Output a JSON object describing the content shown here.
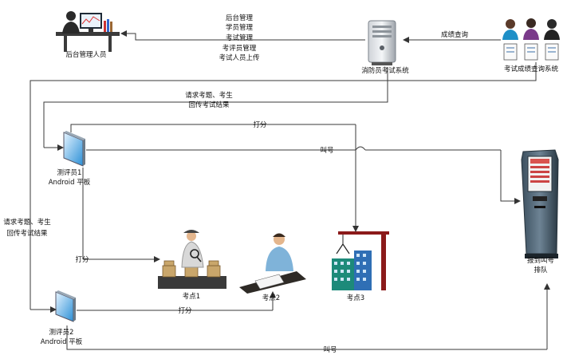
{
  "nodes": {
    "admin": "后台管理人员",
    "server": "消防员考试系统",
    "query_system": "考试成绩查询系统",
    "judge1_name": "测评员1",
    "judge1_device": "Android  平板",
    "judge2_name": "测评员2",
    "judge2_device": "Android  平板",
    "kiosk_line1": "报到叫号",
    "kiosk_line2": "排队",
    "site1": "考点1",
    "site2": "考点2",
    "site3": "考点3"
  },
  "edges": {
    "admin_functions": [
      "后台管理",
      "学员管理",
      "考试管理",
      "考评员管理",
      "考试人员上传"
    ],
    "score_query": "成绩查询",
    "request_top_line1": "请求考题、考生",
    "request_top_line2": "回传考试结果",
    "request_left_line1": "请求考题、考生",
    "request_left_line2": "回传考试结果",
    "score_top": "打分",
    "call_top": "叫号",
    "score_left": "打分",
    "score_bottom": "打分",
    "call_bottom": "叫号"
  }
}
